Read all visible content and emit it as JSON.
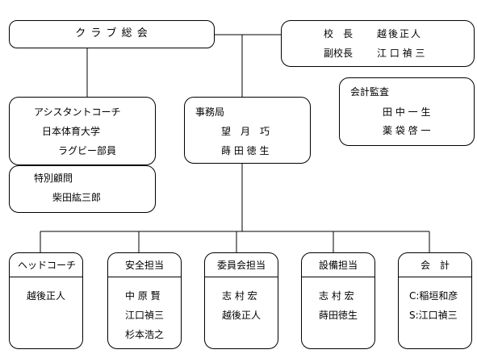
{
  "club": {
    "title": "ク ラ ブ 総 会"
  },
  "principals": {
    "principal_title": "校　長",
    "principal_name": "越後正人",
    "vice_title": "副校長",
    "vice_name": "江 口 禎 三"
  },
  "auditors": {
    "title": "会計監査",
    "names": [
      "田 中 一 生",
      "薬 袋 啓 一"
    ]
  },
  "assistant_coach": {
    "title": "アシスタントコーチ",
    "line1": "日本体育大学",
    "line2": "ラグビー部員"
  },
  "special_advisor": {
    "title": "特別顧問",
    "name": "柴田紘三郎"
  },
  "office": {
    "title": "事務局",
    "names": [
      "望　月　巧",
      "蒔 田 徳 生"
    ]
  },
  "committees": [
    {
      "title": "ヘッドコーチ",
      "members": [
        "越後正人"
      ]
    },
    {
      "title": "安全担当",
      "members": [
        "中 原 賢",
        "江口禎三",
        "杉本浩之"
      ]
    },
    {
      "title": "委員会担当",
      "members": [
        "志 村 宏",
        "越後正人"
      ]
    },
    {
      "title": "設備担当",
      "members": [
        "志 村 宏",
        "蒔田徳生"
      ]
    },
    {
      "title": "会　計",
      "members": [
        "C:稲垣和彦",
        "S:江口禎三"
      ]
    }
  ]
}
